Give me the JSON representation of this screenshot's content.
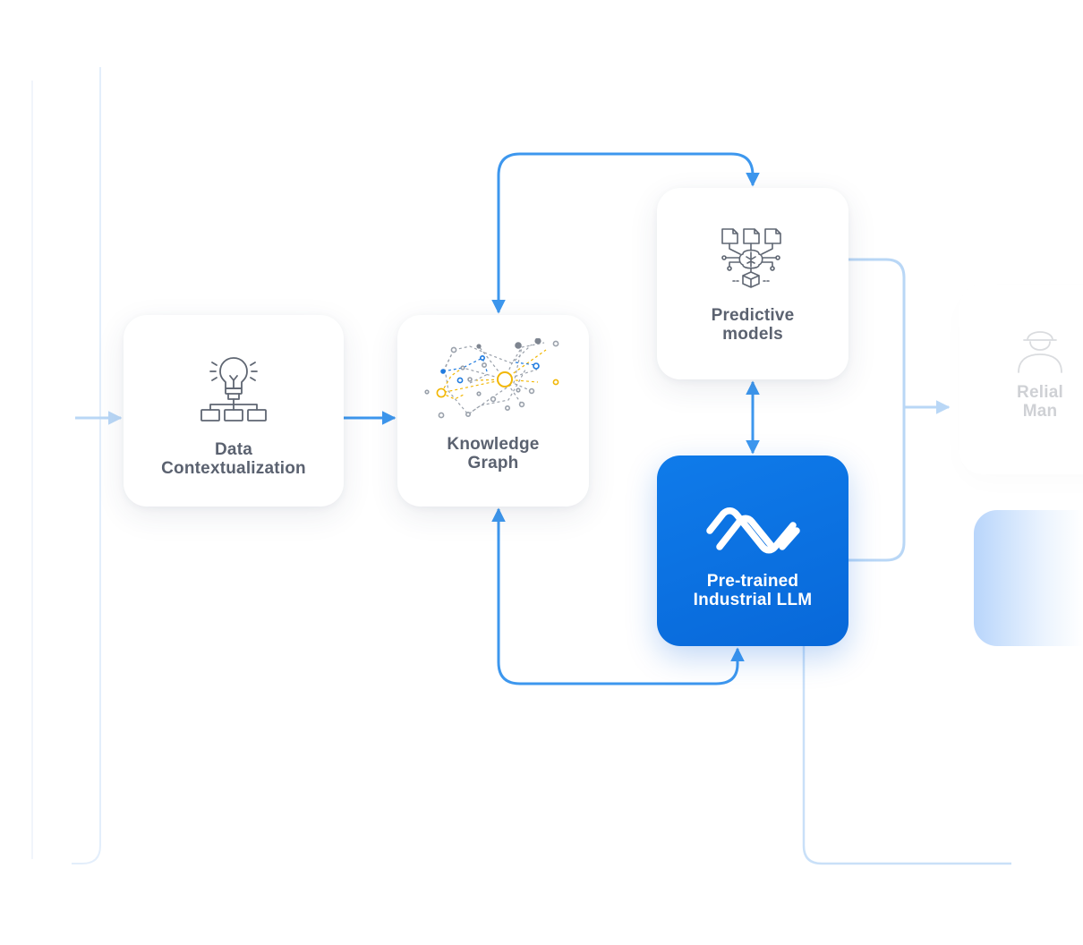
{
  "nodes": {
    "data_contextualization": {
      "label": "Data Contextualization",
      "lines": [
        "Data",
        "Contextualization"
      ],
      "icon": "lightbulb-hierarchy-icon"
    },
    "knowledge_graph": {
      "label": "Knowledge Graph",
      "lines": [
        "Knowledge",
        "Graph"
      ],
      "icon": "network-graph-icon"
    },
    "predictive_models": {
      "label": "Predictive models",
      "lines": [
        "Predictive",
        "models"
      ],
      "icon": "documents-circuit-icon"
    },
    "pretrained_llm": {
      "label": "Pre-trained Industrial LLM",
      "lines": [
        "Pre-trained",
        "Industrial LLM"
      ],
      "icon": "llm-logo-icon"
    },
    "reliability": {
      "label": "Relia... Man... (cropped)",
      "lines": [
        "Relial",
        "Man"
      ],
      "icon": "worker-icon"
    }
  },
  "colors": {
    "accent": "#0a6fe0",
    "connector": "#3d97ee",
    "connector_faint": "#b9d7f6",
    "label_gray": "#5b6270",
    "icon_gray": "#5f6672",
    "graph_yellow": "#f2b705",
    "graph_blue": "#1f7be0"
  }
}
